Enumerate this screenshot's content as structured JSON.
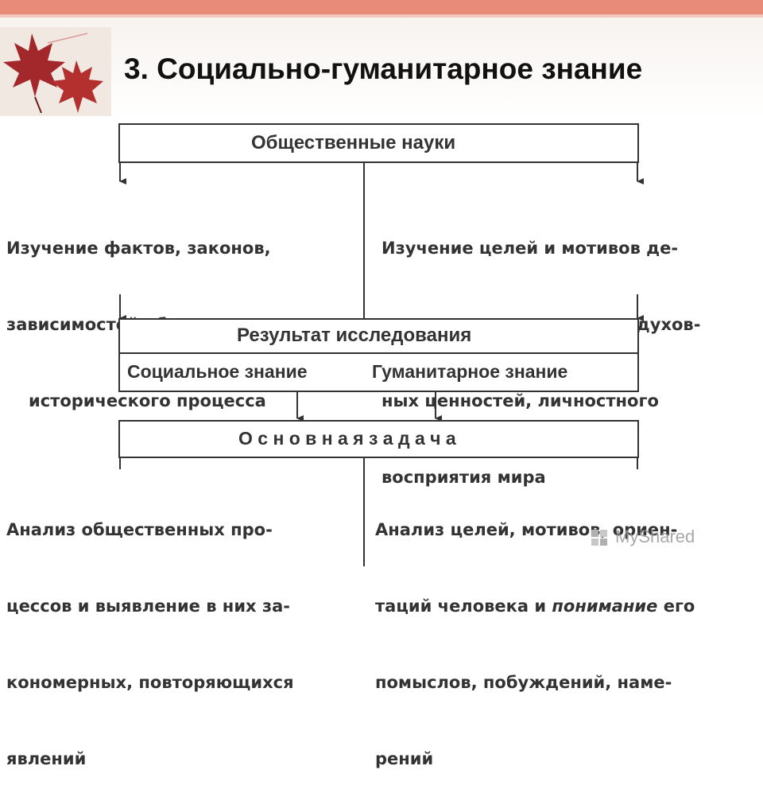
{
  "title": "3. Социально-гуманитарное знание",
  "diagram": {
    "top_box": "Общественные науки",
    "left_study": [
      "Изучение фактов, законов,",
      "зависимостей общественно-",
      "исторического процесса"
    ],
    "right_study": [
      "Изучение целей и мотивов де-",
      "ятельности человека, его духов-",
      "ных ценностей, личностного",
      "восприятия мира"
    ],
    "result_box": "Результат исследования",
    "social_knowledge": "Социальное знание",
    "humanitarian_knowledge": "Гуманитарное знание",
    "task_box": "О с н о в н а я   з а д а ч а",
    "left_task": [
      "Анализ общественных про-",
      "цессов и выявление в них за-",
      "кономерных, повторяющихся",
      "явлений"
    ],
    "right_task": {
      "line1": "Анализ целей, мотивов, ориен-",
      "line2_pre": "таций человека и ",
      "line2_emph": "понимание",
      "line2_post": " его",
      "line3": "помыслов, побуждений, наме-",
      "line4": "рений"
    }
  },
  "watermark": "MyShared"
}
